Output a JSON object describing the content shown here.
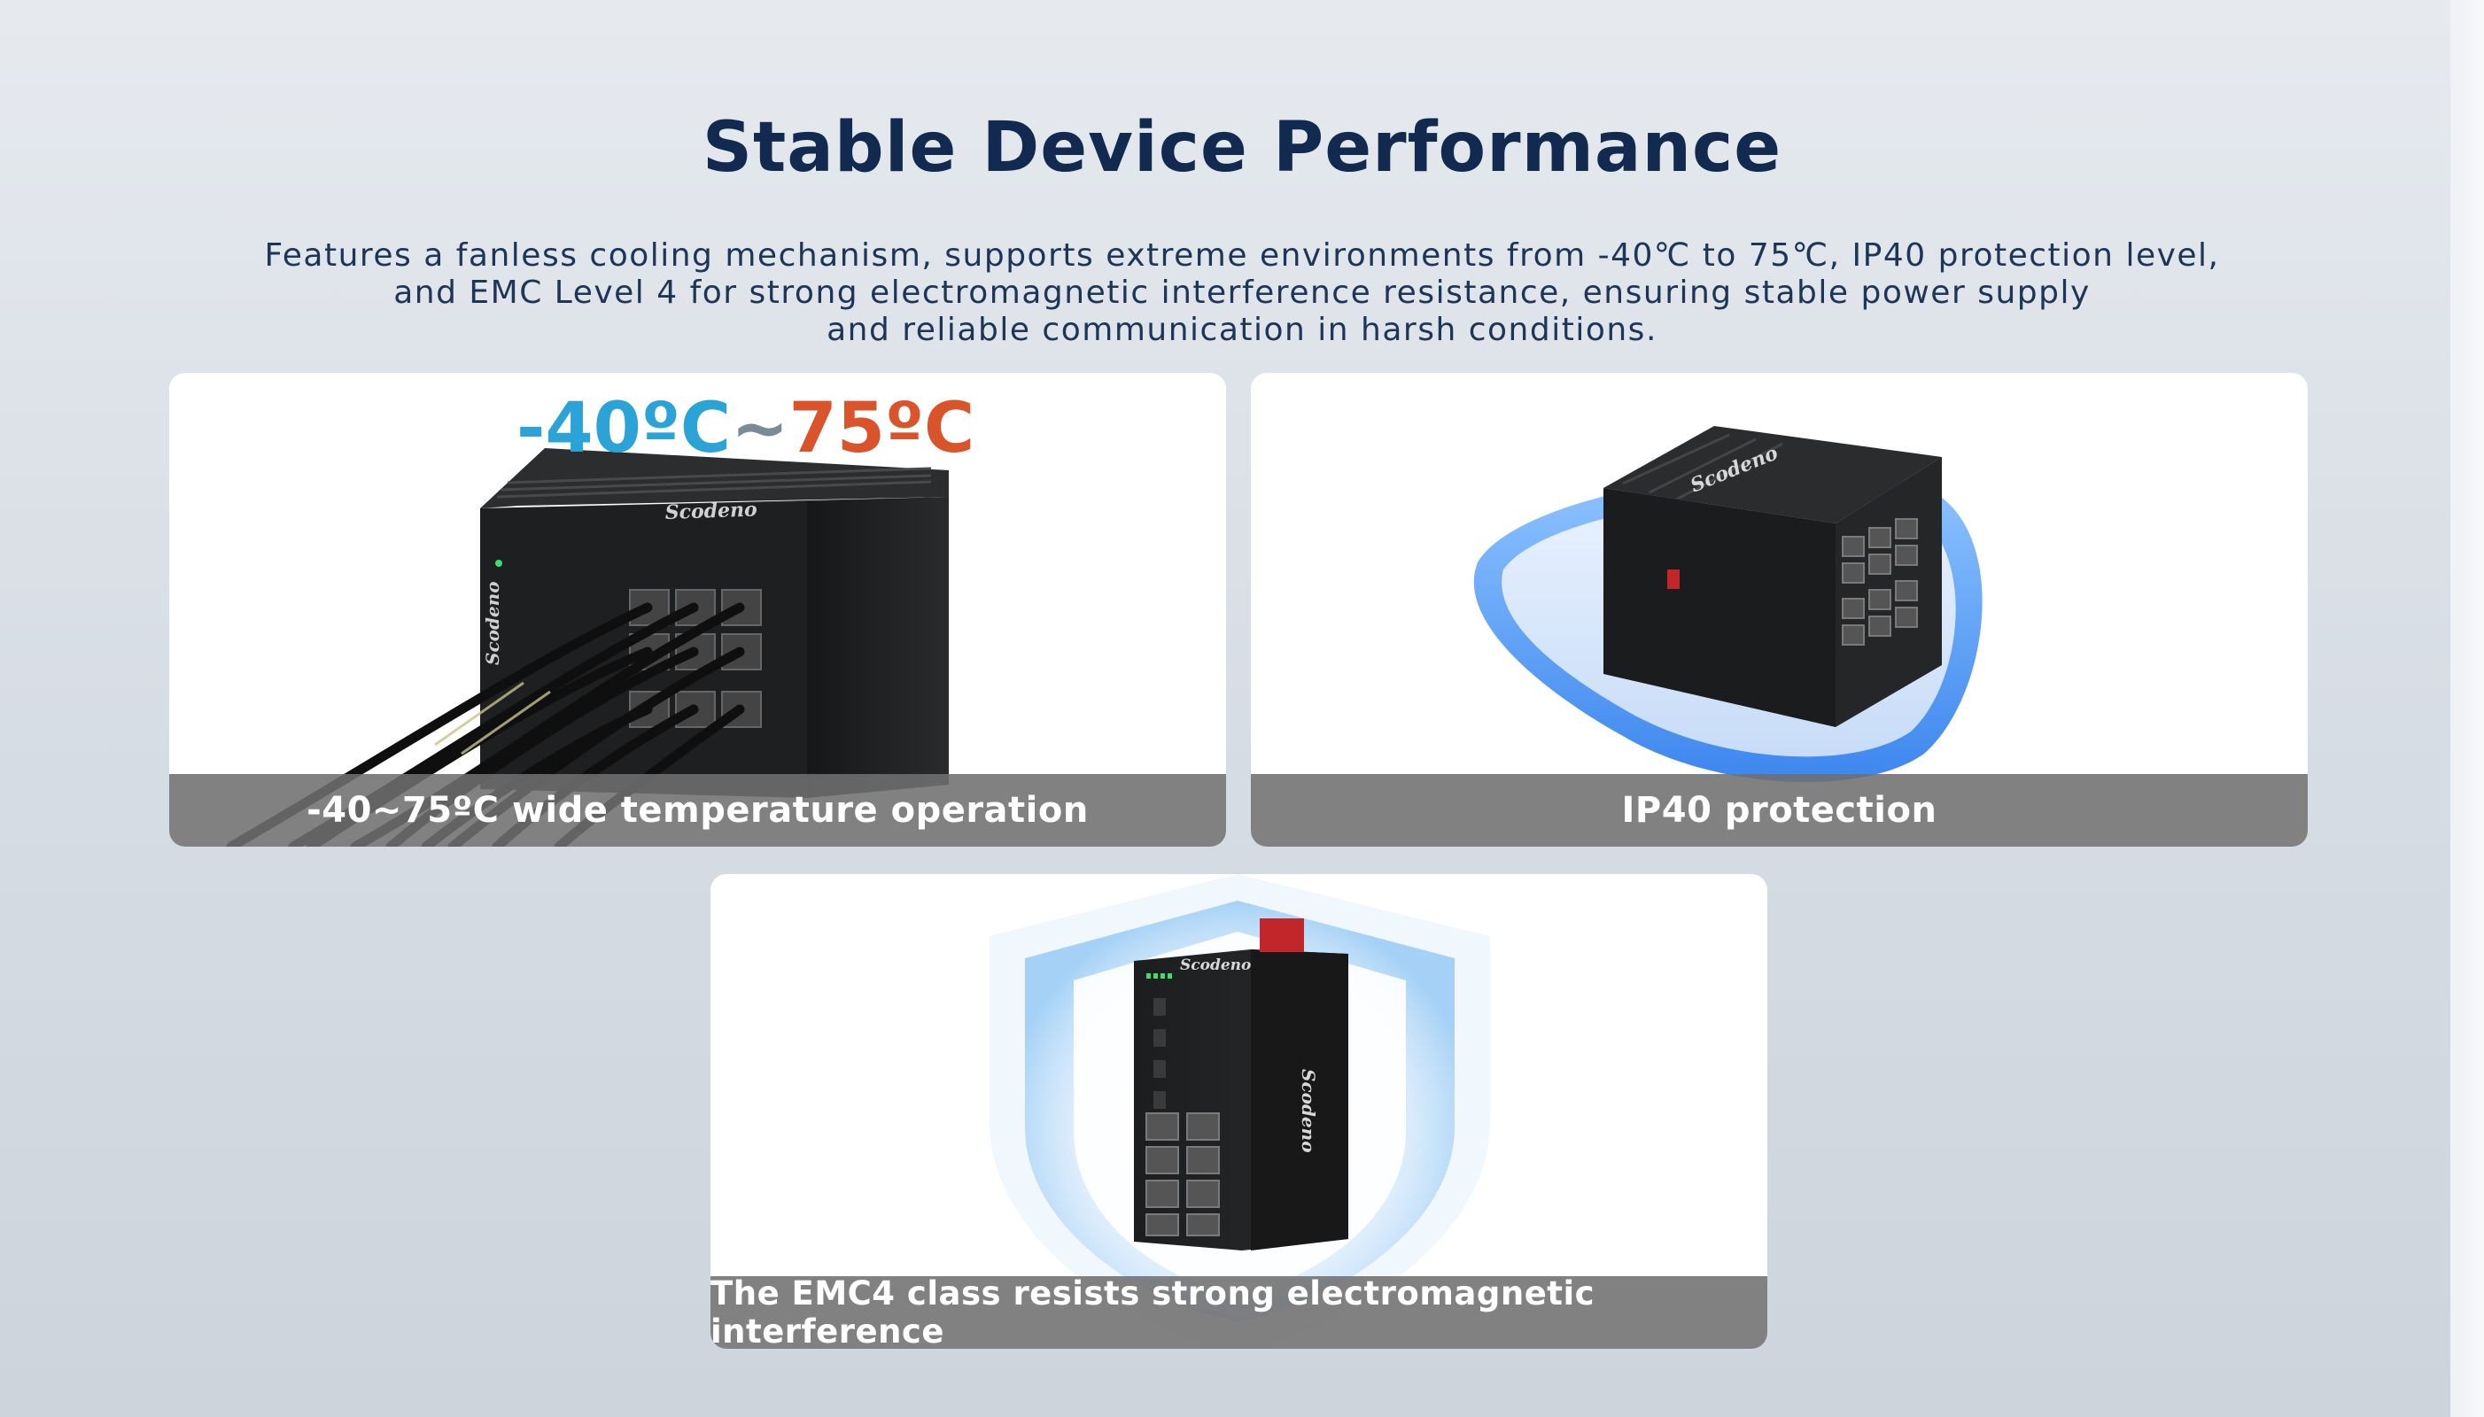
{
  "page": {
    "title": "Stable Device Performance",
    "description_lines": [
      "Features a fanless cooling mechanism, supports extreme environments from -40℃ to 75℃, IP40 protection level,",
      "and EMC Level 4 for strong electromagnetic interference resistance, ensuring stable power supply",
      "and reliable communication in harsh conditions."
    ]
  },
  "cards": [
    {
      "temp_cold": "-40ºC",
      "temp_tilde": "~",
      "temp_hot": "75ºC",
      "brand": "Scodeno",
      "caption": "-40~75ºC wide temperature operation"
    },
    {
      "brand": "Scodeno",
      "caption": "IP40 protection"
    },
    {
      "brand": "Scodeno",
      "caption": "The EMC4 class resists strong electromagnetic interference"
    }
  ],
  "colors": {
    "title": "#122a50",
    "cold": "#2ba3d6",
    "hot": "#d9532b",
    "caption_bar": "#707070",
    "shield_blue": "#5aa8f0"
  }
}
